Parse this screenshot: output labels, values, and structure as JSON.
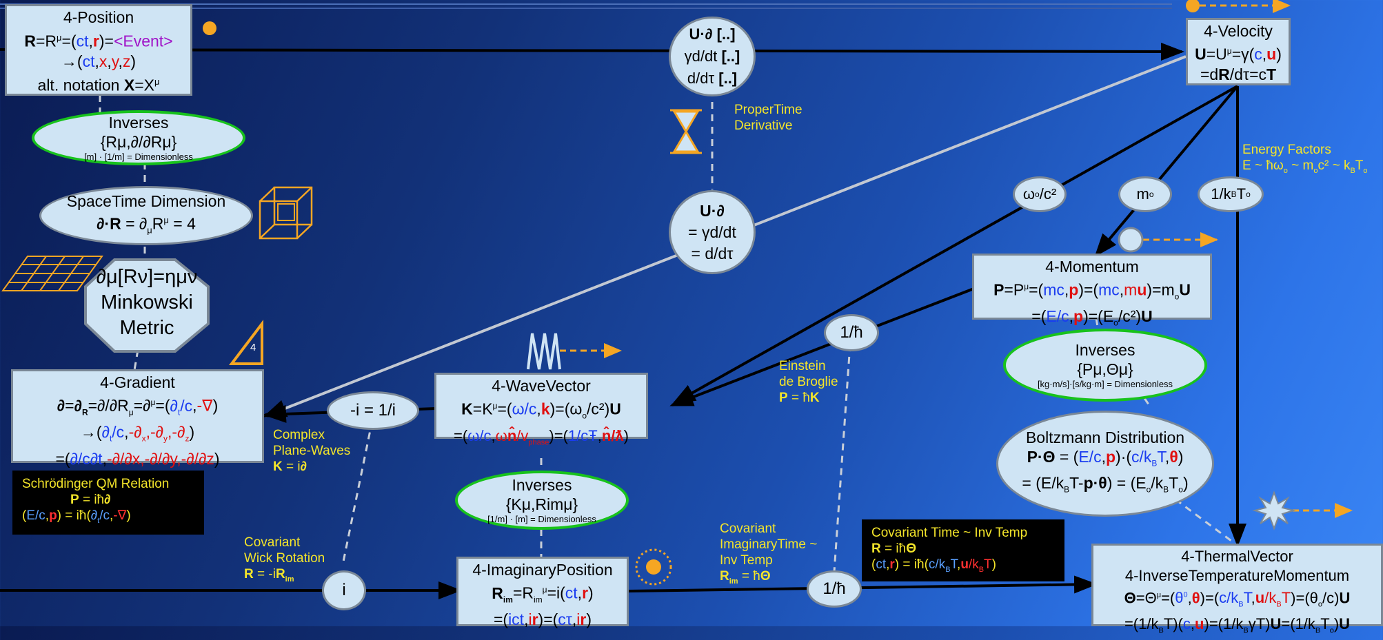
{
  "nodes": {
    "position": {
      "title": "4-Position",
      "line1": "R=Rμ=(ct,r)=<Event>",
      "line2": "→(ct,x,y,z)",
      "line3": "alt. notation X=Xμ"
    },
    "velocity": {
      "title": "4-Velocity",
      "line1": "U=Uμ=γ(c,u)",
      "line2": "=dR/dτ=cT"
    },
    "momentum": {
      "title": "4-Momentum",
      "line1": "P=Pμ=(mc,p)=(mc,mu)=moU",
      "line2": "=(E/c,p)=(Eo/c²)U"
    },
    "gradient": {
      "title": "4-Gradient",
      "line1": "∂=∂R=∂/∂Rμ=∂μ=(∂t/c,-∇)",
      "line2": "→(∂t/c,-∂x,-∂y,-∂z)",
      "line3": "=(∂/c∂t,-∂/∂x,-∂/∂y,-∂/∂z)"
    },
    "wavevector": {
      "title": "4-WaveVector",
      "line1": "K=Kμ=(ω/c,k)=(ωo/c²)U",
      "line2": "=(ω/c,ωn̂/vphase)=(1/cŦ,n̂/ƛ)"
    },
    "imagpos": {
      "title": "4-ImaginaryPosition",
      "line1": "Rim=Rimμ=i(ct,r)",
      "line2": "=(ict,ir)=(cτ,ir)"
    },
    "thermal": {
      "title": "4-ThermalVector",
      "line2": "4-InverseTemperatureMomentum",
      "line3": "Θ=Θμ=(θ0,θ)=(c/kBT,u/kBT)=(θo/c)U",
      "line4": "=(1/kBT)(c,u)=(1/kBγT)U=(1/kBTo)U"
    }
  },
  "inverses": {
    "pos": {
      "title": "Inverses",
      "set": "{Rμ,∂/∂Rμ}",
      "dims": "[m] · [1/m] = Dimensionless"
    },
    "mom": {
      "title": "Inverses",
      "set": "{Pμ,Θμ}",
      "dims": "[kg·m/s]·[s/kg·m] = Dimensionless"
    },
    "wave": {
      "title": "Inverses",
      "set": "{Kμ,Rimμ}",
      "dims": "[1/m] · [m] = Dimensionless"
    }
  },
  "spacetime": {
    "title": "SpaceTime Dimension",
    "formula": "∂·R = ∂μRμ = 4"
  },
  "minkowski": {
    "line1": "∂μ[Rν]=ημν",
    "line2": "Minkowski",
    "line3": "Metric"
  },
  "boltzmann": {
    "title": "Boltzmann Distribution",
    "line1": "P·Θ = (E/c,p)·(c/kBT,θ)",
    "line2": "= (E/kBT-p·θ) = (Eo/kBTo)"
  },
  "derivative": {
    "top1": "U·∂ [..]",
    "top2": "γd/dt [..]",
    "top3": "d/dτ [..]",
    "mid1": "U·∂",
    "mid2": "= γd/dt",
    "mid3": "= d/dτ"
  },
  "factors": {
    "f1": "ωo/c²",
    "f2": "mo",
    "f3": "1/kBTo",
    "hbar1": "1/ħ",
    "hbar2": "1/ħ",
    "minus_i": "-i = 1/i",
    "i": "i"
  },
  "labels": {
    "proper_time": [
      "ProperTime",
      "Derivative"
    ],
    "energy_factors": [
      "Energy Factors",
      "E ~ ħωo ~ moc² ~ kBTo"
    ],
    "einstein": [
      "Einstein",
      "de Broglie",
      "P = ħK"
    ],
    "complex_waves": [
      "Complex",
      "Plane-Waves",
      "K = i∂"
    ],
    "wick": [
      "Covariant",
      "Wick Rotation",
      "R = -iRim"
    ],
    "imag_time": [
      "Covariant",
      "ImaginaryTime ~",
      "Inv Temp",
      "Rim = ħΘ"
    ],
    "minkowski_tri": "4"
  },
  "notes": {
    "schrodinger": {
      "title": "Schrödinger QM Relation",
      "line1": "P = iħ∂",
      "line2": "(E/c,p) = iħ(∂t/c,-∇)"
    },
    "covariant_time": {
      "title": "Covariant Time ~ Inv Temp",
      "line1": "R = iħΘ",
      "line2": "(ct,r) = iħ(c/kBT,u/kBT)"
    }
  },
  "colors": {
    "background_start": "#0a1b52",
    "background_end": "#3a86f5",
    "node_fill": "#cfe4f4",
    "node_border": "#7b8896",
    "inverse_border": "#18c21c",
    "label_yellow": "#f4e52a",
    "icon_orange": "#f5a623"
  }
}
